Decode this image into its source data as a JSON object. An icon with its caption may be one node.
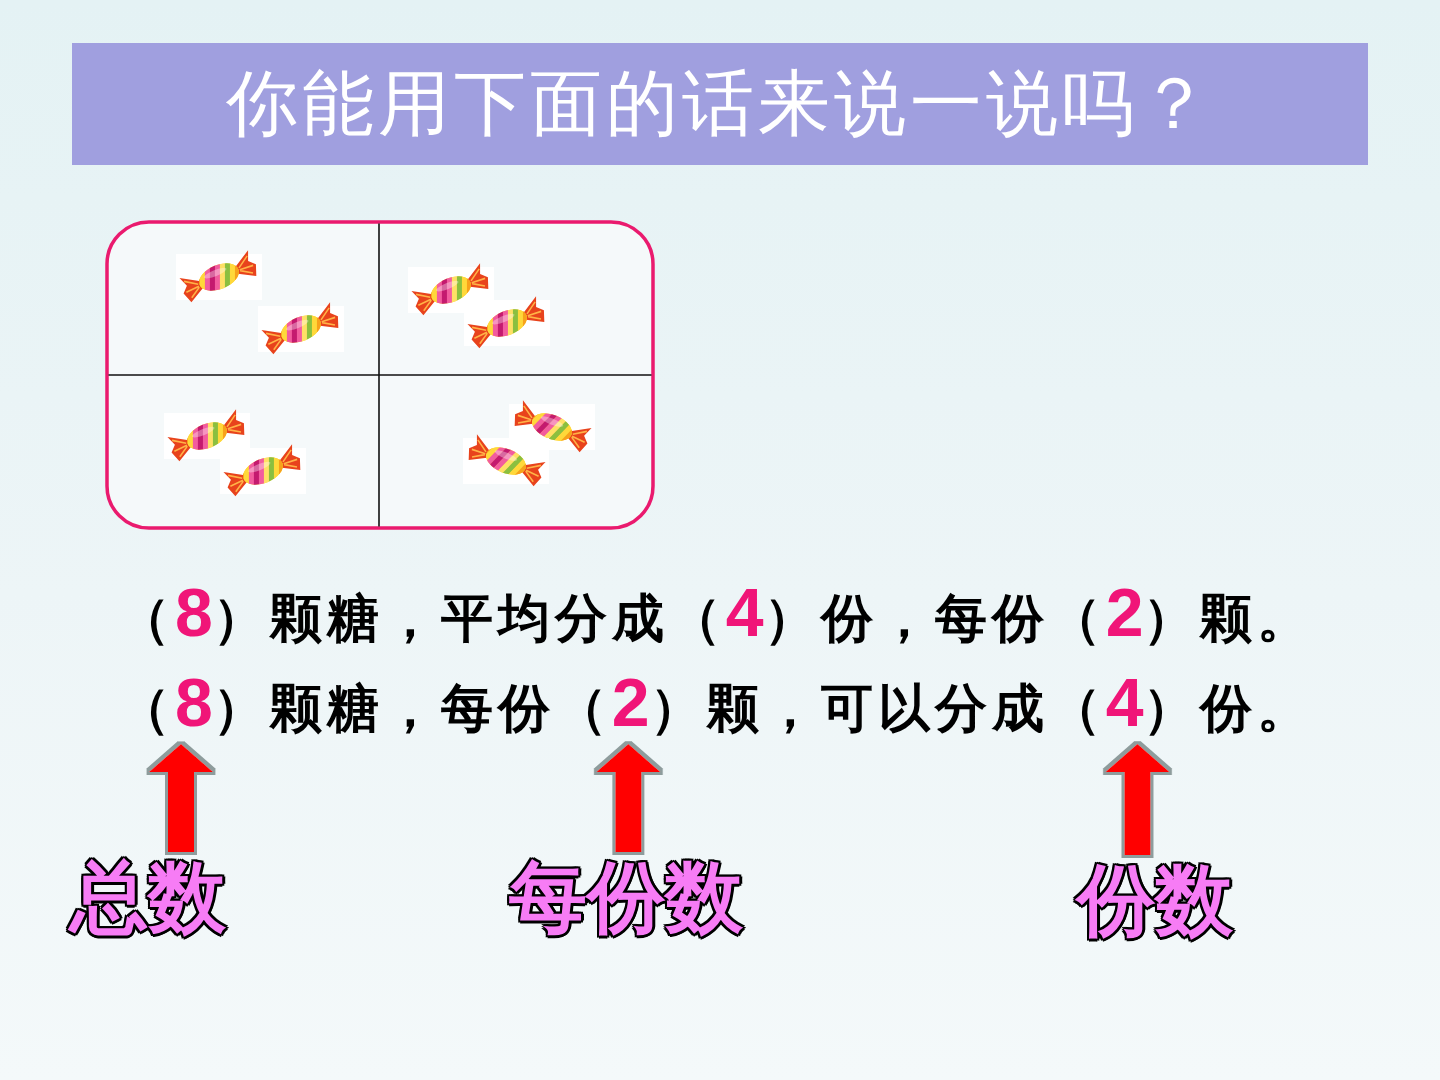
{
  "diagram": {
    "title": "你能用下面的话来说一说吗？",
    "nodes": [
      {
        "text": [
          "8"
        ]
      },
      {
        "text": [
          "2"
        ]
      },
      {
        "text": [
          "4"
        ]
      },
      {
        "text": [
          "总数"
        ]
      },
      {
        "text": [
          "每份数"
        ]
      },
      {
        "text": [
          "份数"
        ]
      }
    ],
    "edges": [
      {
        "from": 3,
        "to": 0,
        "arrow": "to"
      },
      {
        "from": 4,
        "to": 1,
        "arrow": "to"
      },
      {
        "from": 5,
        "to": 2,
        "arrow": "to"
      }
    ],
    "labels": [
      "（",
      "8",
      "）颗糖，平均分成（",
      "4",
      "）份，每份（",
      "2",
      "）颗。",
      "（",
      "）颗糖，每份（",
      "）颗，可以分成（",
      "）份。"
    ]
  }
}
